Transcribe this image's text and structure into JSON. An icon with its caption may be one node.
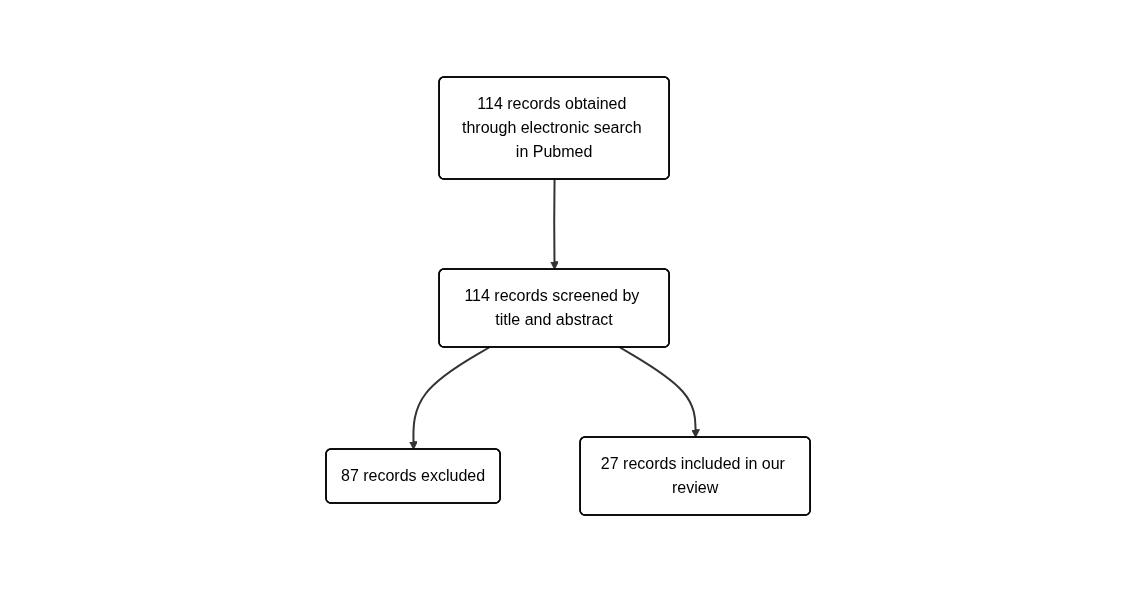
{
  "diagram": {
    "nodes": [
      {
        "text": [
          "114 records obtained through electronic search in Pubmed"
        ]
      },
      {
        "text": [
          "114 records screened by title and abstract"
        ]
      },
      {
        "text": [
          "87 records excluded"
        ]
      },
      {
        "text": [
          "27 records included in our review"
        ]
      }
    ],
    "edges": [
      {
        "from": 0,
        "to": 1,
        "arrow": "to"
      },
      {
        "from": 1,
        "to": 2,
        "arrow": "to"
      },
      {
        "from": 1,
        "to": 3,
        "arrow": "to"
      }
    ]
  }
}
